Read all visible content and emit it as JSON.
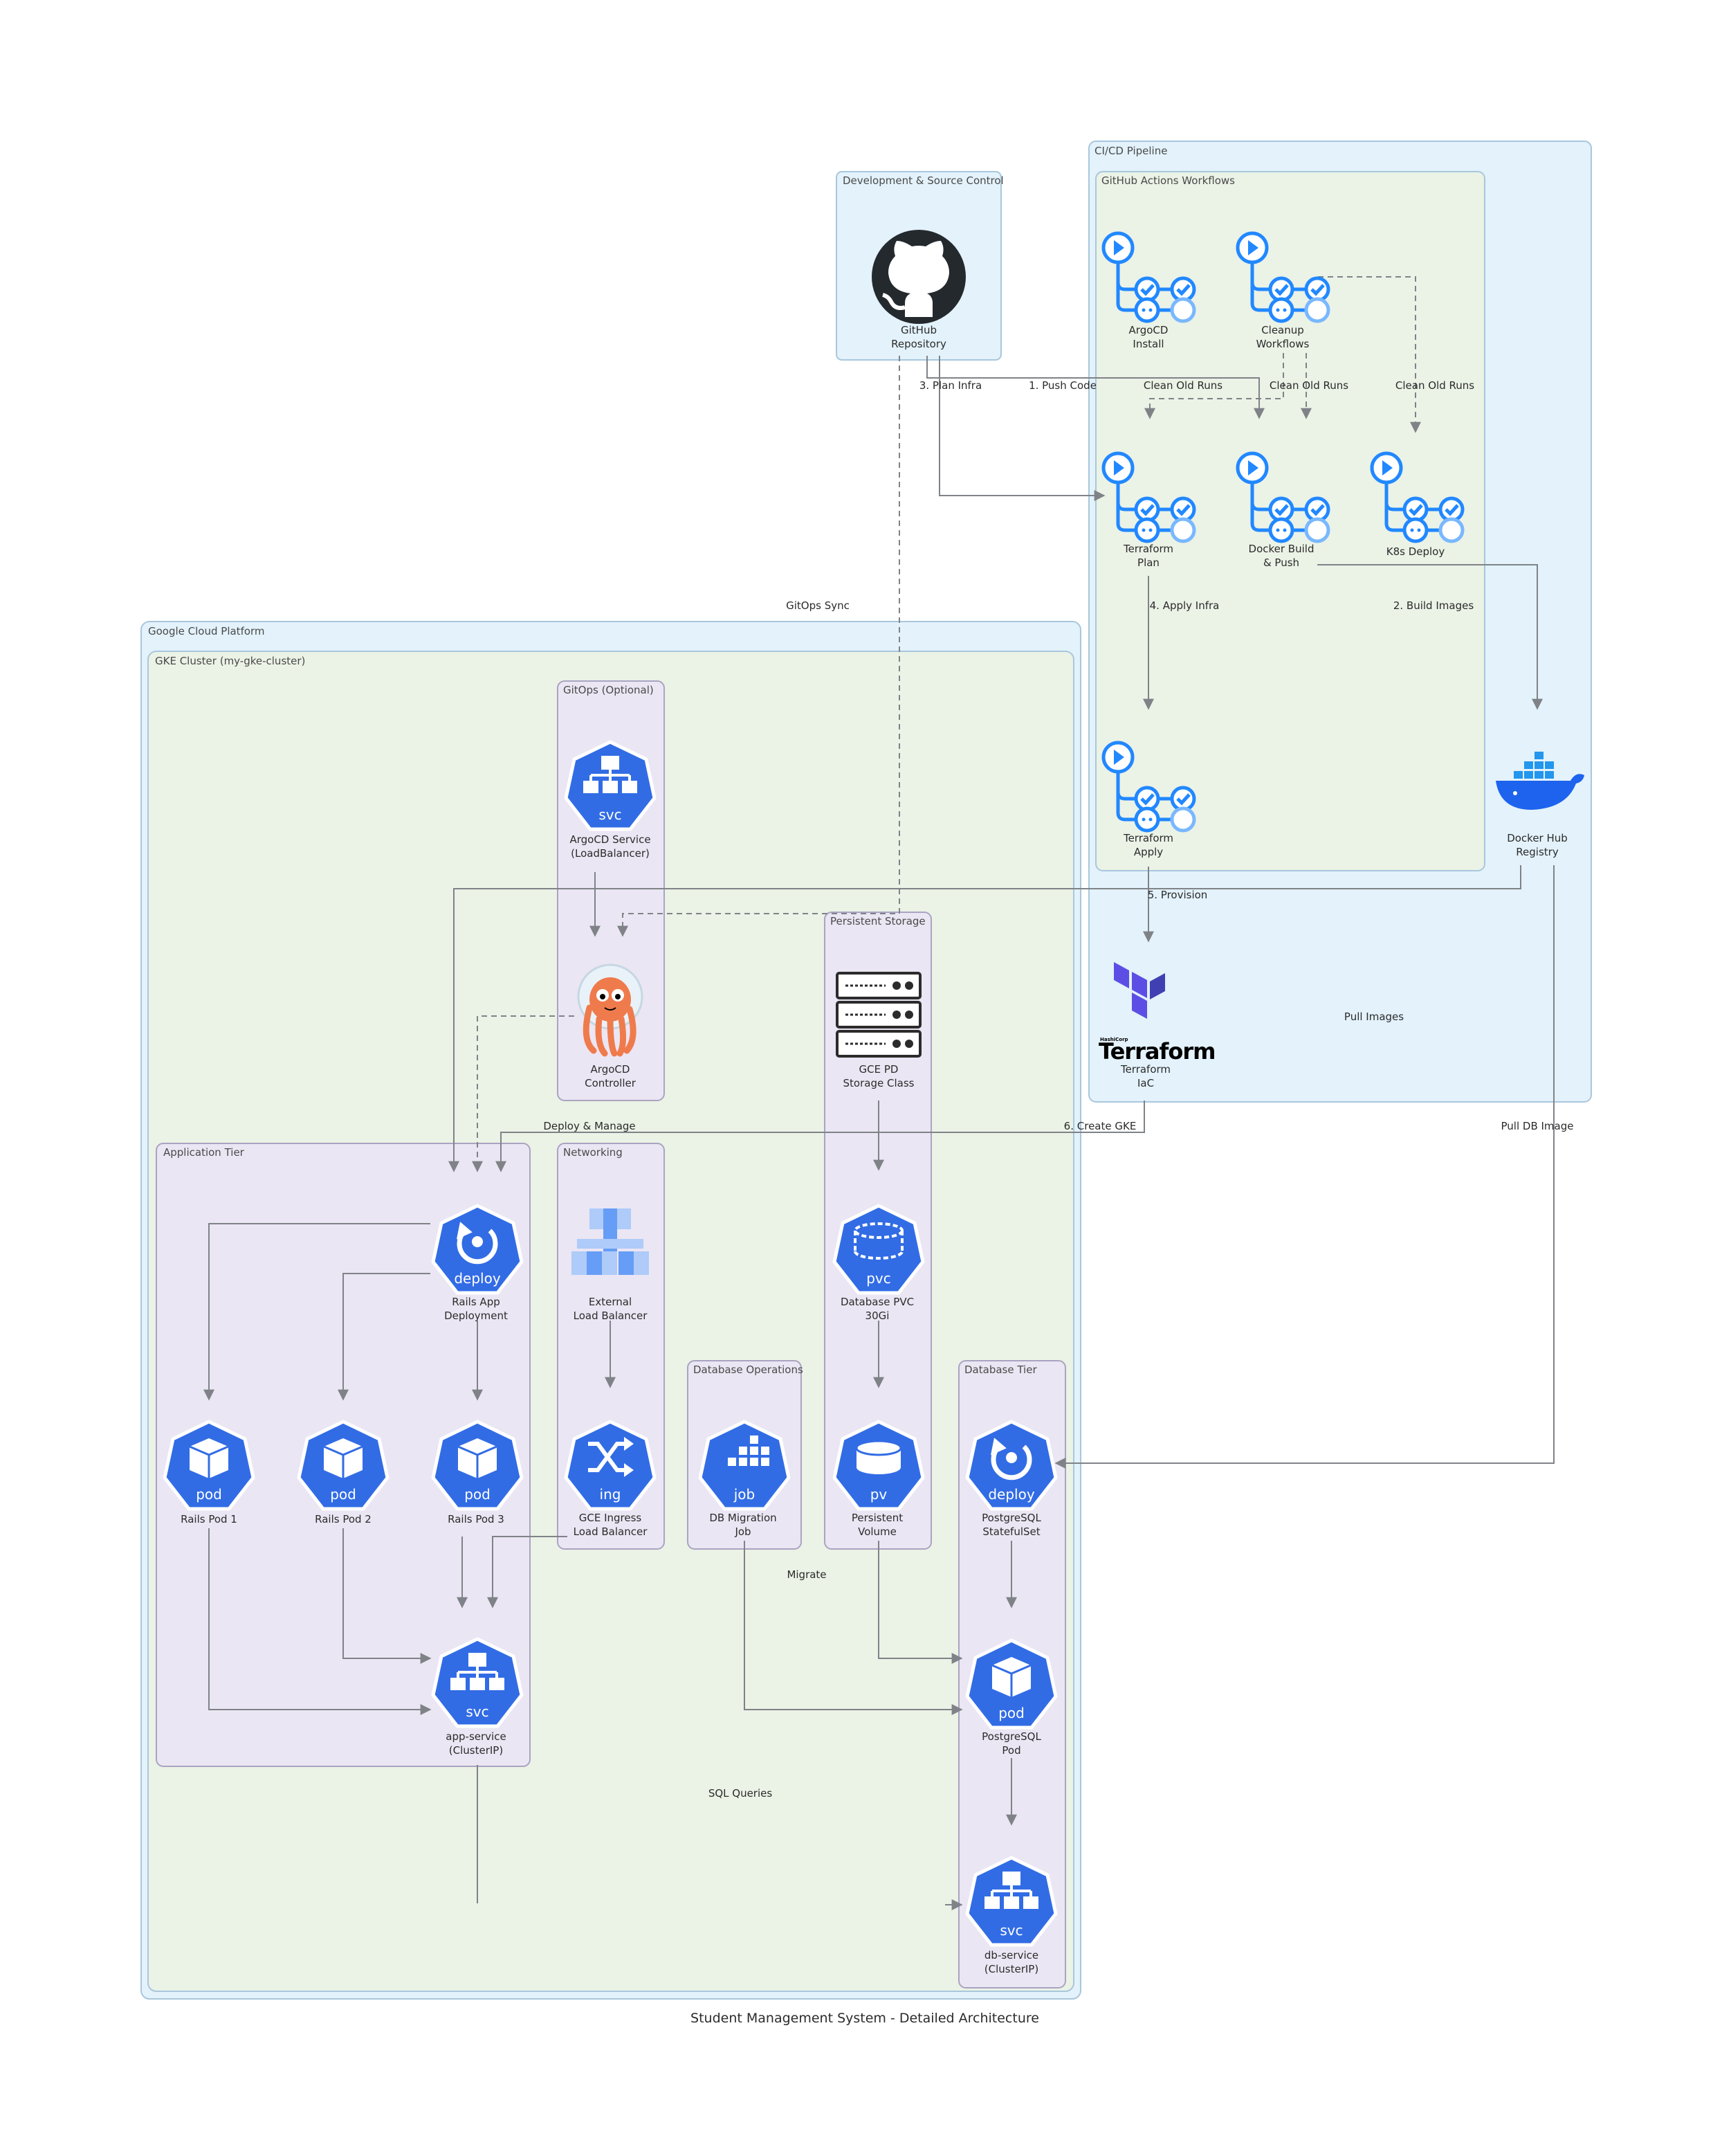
{
  "title": "Student Management System - Detailed Architecture",
  "colors": {
    "outer_cluster_fill": "#e3f2fb",
    "outer_cluster_stroke": "#a9c7dd",
    "green_cluster_fill": "#ebf2e6",
    "purple_cluster_fill": "#ebe6f3",
    "k8s_blue": "#326ce5",
    "gha_blue": "#2188ff",
    "argo_orange": "#ef7b4d",
    "terraform_purple": "#5c4ee5",
    "docker_blue": "#2396ed",
    "edge": "#7f8388"
  },
  "clusters": {
    "dev": "Development & Source Control",
    "cicd": "CI/CD Pipeline",
    "gha": "GitHub Actions Workflows",
    "gcp": "Google Cloud Platform",
    "gke": "GKE Cluster (my-gke-cluster)",
    "gitops": "GitOps (Optional)",
    "storage": "Persistent Storage",
    "app": "Application Tier",
    "net": "Networking",
    "dbops": "Database Operations",
    "db": "Database Tier"
  },
  "nodes": {
    "github": {
      "line1": "GitHub",
      "line2": "Repository",
      "icon": "github-icon"
    },
    "argocd_install": {
      "line1": "ArgoCD",
      "line2": "Install",
      "icon": "github-actions-icon"
    },
    "cleanup": {
      "line1": "Cleanup",
      "line2": "Workflows",
      "icon": "github-actions-icon"
    },
    "tf_plan": {
      "line1": "Terraform",
      "line2": "Plan",
      "icon": "github-actions-icon"
    },
    "docker_build": {
      "line1": "Docker Build",
      "line2": "& Push",
      "icon": "github-actions-icon"
    },
    "k8s_deploy": {
      "line1": "K8s Deploy",
      "line2": "",
      "icon": "github-actions-icon"
    },
    "tf_apply": {
      "line1": "Terraform",
      "line2": "Apply",
      "icon": "github-actions-icon"
    },
    "dockerhub": {
      "line1": "Docker Hub",
      "line2": "Registry",
      "icon": "docker-icon"
    },
    "terraform": {
      "line1": "Terraform",
      "line2": "IaC",
      "icon": "terraform-icon",
      "logo_text": "Terraform",
      "logo_small": "HashiCorp"
    },
    "argocd_svc": {
      "line1": "ArgoCD Service",
      "line2": "(LoadBalancer)",
      "badge": "svc",
      "icon": "k8s-svc-icon"
    },
    "argocd_ctrl": {
      "line1": "ArgoCD",
      "line2": "Controller",
      "icon": "argocd-icon"
    },
    "gce_pd": {
      "line1": "GCE PD",
      "line2": "Storage Class",
      "icon": "server-rack-icon"
    },
    "rails_deploy": {
      "line1": "Rails App",
      "line2": "Deployment",
      "badge": "deploy",
      "icon": "k8s-deploy-icon"
    },
    "ext_lb": {
      "line1": "External",
      "line2": "Load Balancer",
      "icon": "load-balancer-icon"
    },
    "db_pvc": {
      "line1": "Database PVC",
      "line2": "30Gi",
      "badge": "pvc",
      "icon": "k8s-pvc-icon"
    },
    "pod1": {
      "line1": "Rails Pod 1",
      "line2": "",
      "badge": "pod",
      "icon": "k8s-pod-icon"
    },
    "pod2": {
      "line1": "Rails Pod 2",
      "line2": "",
      "badge": "pod",
      "icon": "k8s-pod-icon"
    },
    "pod3": {
      "line1": "Rails Pod 3",
      "line2": "",
      "badge": "pod",
      "icon": "k8s-pod-icon"
    },
    "ingress": {
      "line1": "GCE Ingress",
      "line2": "Load Balancer",
      "badge": "ing",
      "icon": "k8s-ing-icon"
    },
    "migration": {
      "line1": "DB Migration",
      "line2": "Job",
      "badge": "job",
      "icon": "k8s-job-icon"
    },
    "pv": {
      "line1": "Persistent",
      "line2": "Volume",
      "badge": "pv",
      "icon": "k8s-pv-icon"
    },
    "pg_sts": {
      "line1": "PostgreSQL",
      "line2": "StatefulSet",
      "badge": "deploy",
      "icon": "k8s-deploy-icon"
    },
    "app_svc": {
      "line1": "app-service",
      "line2": "(ClusterIP)",
      "badge": "svc",
      "icon": "k8s-svc-icon"
    },
    "pg_pod": {
      "line1": "PostgreSQL",
      "line2": "Pod",
      "badge": "pod",
      "icon": "k8s-pod-icon"
    },
    "db_svc": {
      "line1": "db-service",
      "line2": "(ClusterIP)",
      "badge": "svc",
      "icon": "k8s-svc-icon"
    }
  },
  "edge_labels": {
    "plan_infra": "3. Plan Infra",
    "push_code": "1. Push Code",
    "clean1": "Clean Old Runs",
    "clean2": "Clean Old Runs",
    "clean3": "Clean Old Runs",
    "gitops_sync": "GitOps Sync",
    "apply_infra": "4. Apply Infra",
    "build_images": "2. Build Images",
    "provision": "5. Provision",
    "pull_images": "Pull Images",
    "deploy_manage": "Deploy & Manage",
    "create_gke": "6. Create GKE",
    "pull_db": "Pull DB Image",
    "migrate": "Migrate",
    "sql": "SQL Queries"
  }
}
